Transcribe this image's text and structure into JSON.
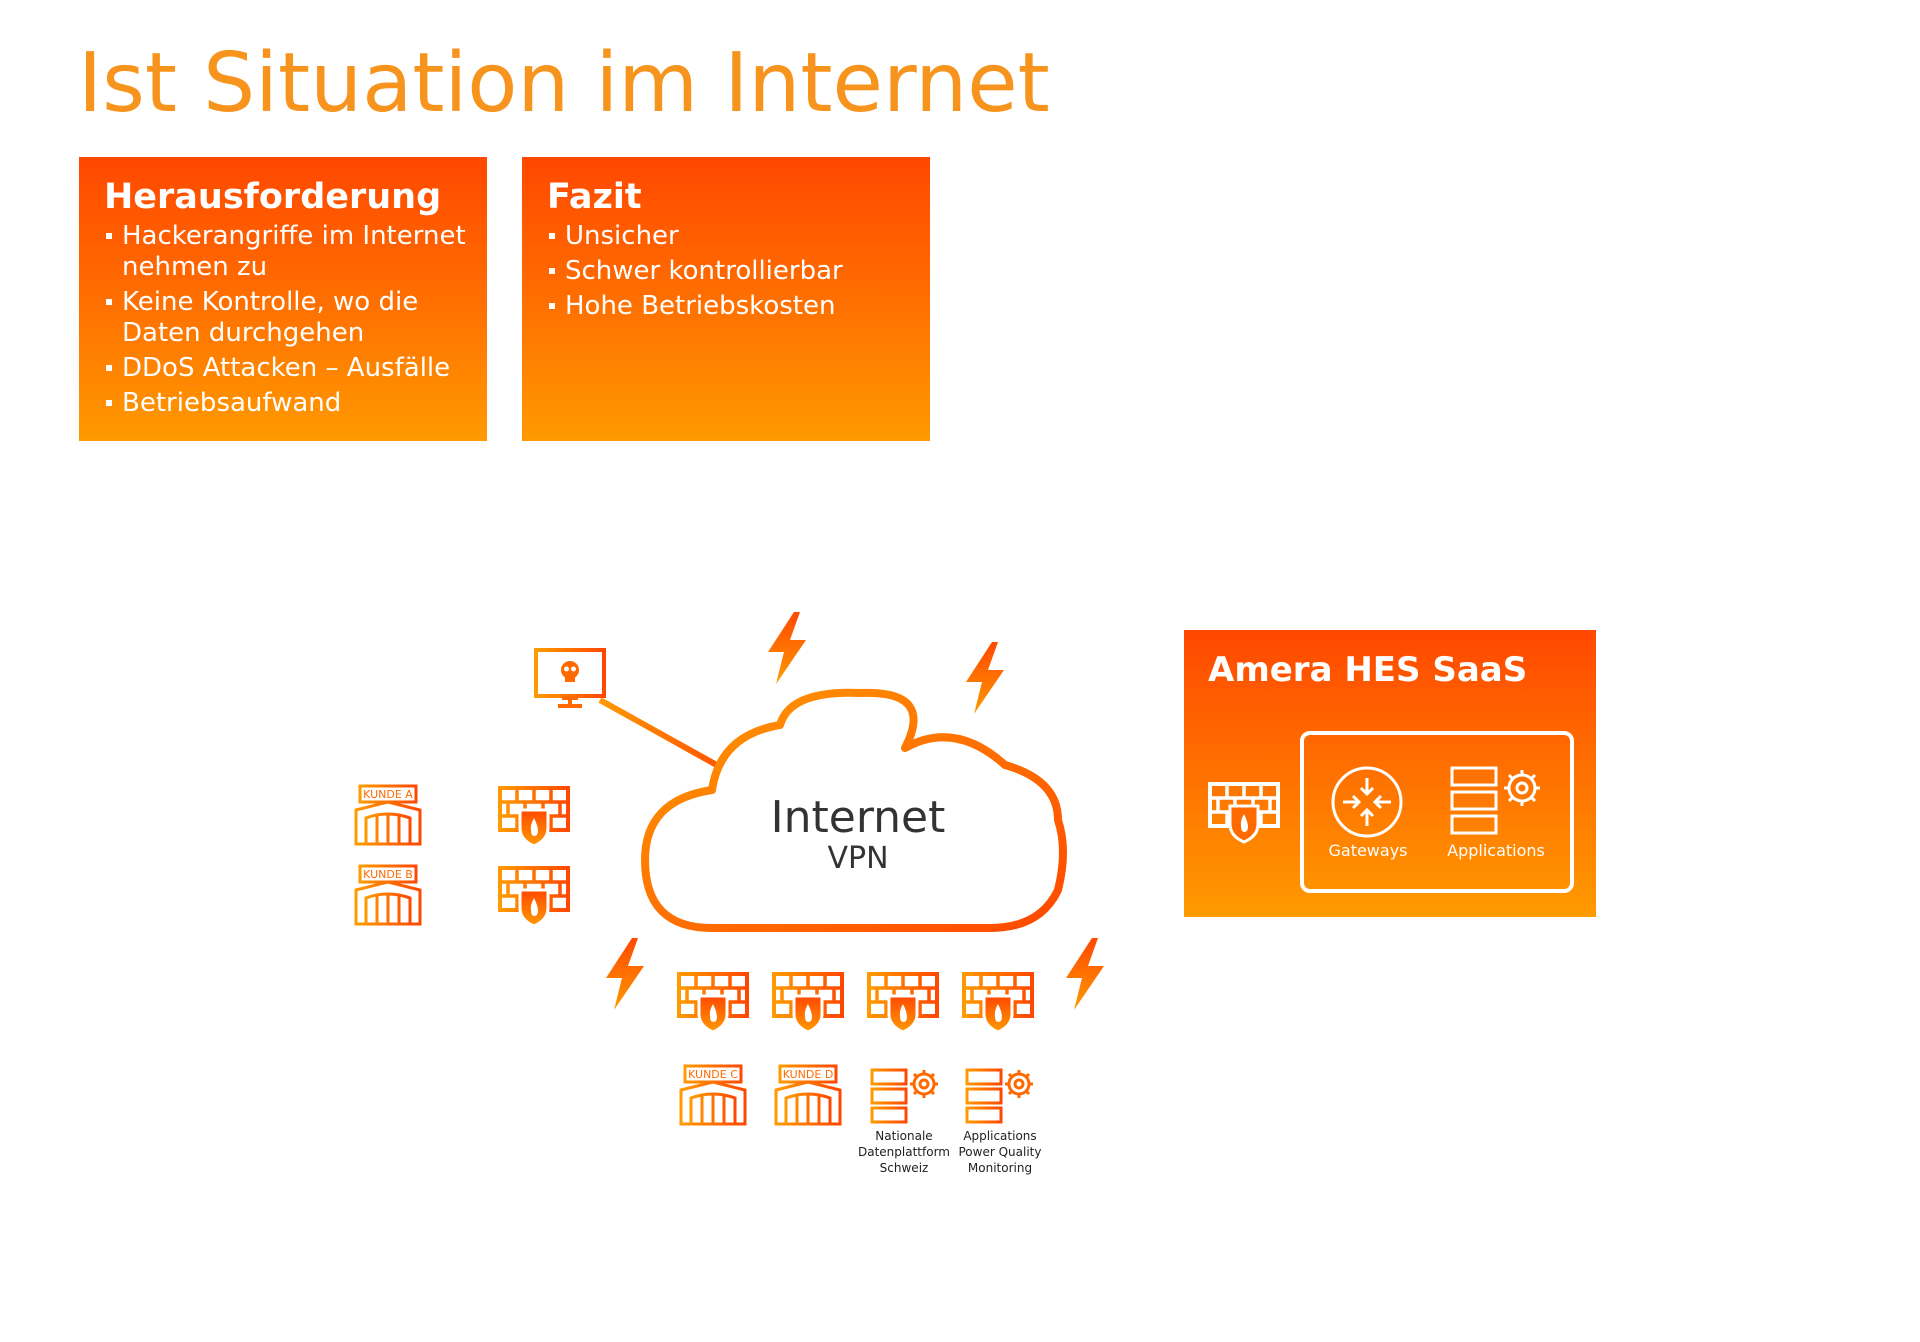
{
  "title": "Ist Situation im Internet",
  "challenge": {
    "heading": "Herausforderung",
    "items": [
      "Hackerangriffe im Internet nehmen zu",
      "Keine Kontrolle, wo die Daten durchgehen",
      "DDoS Attacken – Ausfälle",
      "Betriebsaufwand"
    ]
  },
  "conclusion": {
    "heading": "Fazit",
    "items": [
      "Unsicher",
      "Schwer kontrollierbar",
      "Hohe Betriebskosten"
    ]
  },
  "cloud": {
    "title": "Internet",
    "subtitle": "VPN"
  },
  "saas": {
    "title": "Amera HES SaaS",
    "gateways": "Gateways",
    "applications": "Applications"
  },
  "customers": {
    "a": "KUNDE A",
    "b": "KUNDE B",
    "c": "KUNDE C",
    "d": "KUNDE D"
  },
  "platform_label": [
    "Nationale",
    "Datenplattform",
    "Schweiz"
  ],
  "pq_label": [
    "Applications",
    "Power Quality",
    "Monitoring"
  ],
  "colors": {
    "accent": "#f7941d",
    "orange_dark": "#ff4800",
    "line_blue": "#1f5fa8"
  },
  "icons": [
    "skull-monitor-icon",
    "lightning-icon",
    "firewall-icon",
    "building-icon",
    "server-gear-icon",
    "gateway-icon"
  ]
}
